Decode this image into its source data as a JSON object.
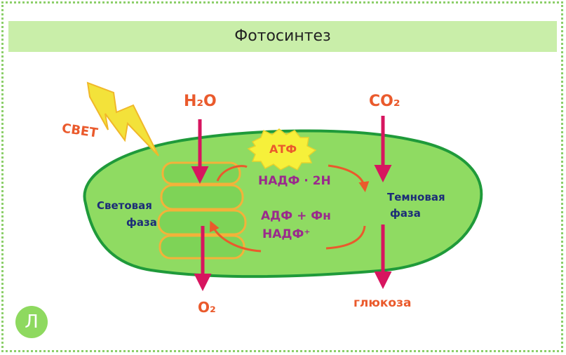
{
  "title": "Фотосинтез",
  "labels": {
    "light": "СВЕТ",
    "water_in": "H₂O",
    "co2_in": "CO₂",
    "atp": "АТФ",
    "nadph": "НАДФ · 2Н",
    "adp_pn": "АДФ + Фн",
    "nadp_plus": "НАДФ⁺",
    "light_phase_line1": "Световая",
    "light_phase_line2": "фаза",
    "dark_phase_line1": "Темновая",
    "dark_phase_line2": "фаза",
    "oxygen_out": "O₂",
    "glucose_out": "глюкоза"
  },
  "logo": "Л",
  "colors": {
    "chloroplast_fill": "#8fdb62",
    "chloroplast_outline": "#1f9a3a",
    "grana_outline": "#f3b23a",
    "arrow_main": "#d7155f",
    "arrow_cycle": "#ea5a2c",
    "lightning": "#f3e23a",
    "title_bar": "#c9eea9"
  }
}
